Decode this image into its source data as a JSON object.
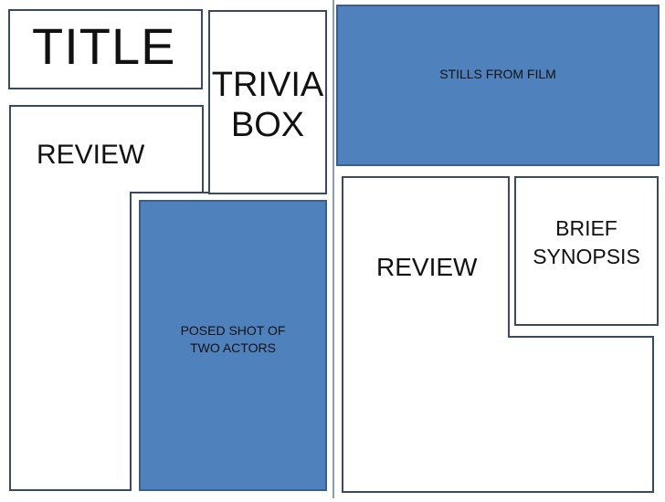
{
  "left_page": {
    "title": "TITLE",
    "trivia": [
      "TRIVIA",
      "BOX"
    ],
    "review": "REVIEW",
    "posed_shot": [
      "POSED SHOT OF",
      "TWO ACTORS"
    ]
  },
  "right_page": {
    "stills": "STILLS FROM FILM",
    "review": "REVIEW",
    "synopsis": [
      "BRIEF",
      "SYNOPSIS"
    ]
  },
  "colors": {
    "image_placeholder": "#4f81bd",
    "border": "#3a4a5e",
    "background": "#ffffff"
  }
}
